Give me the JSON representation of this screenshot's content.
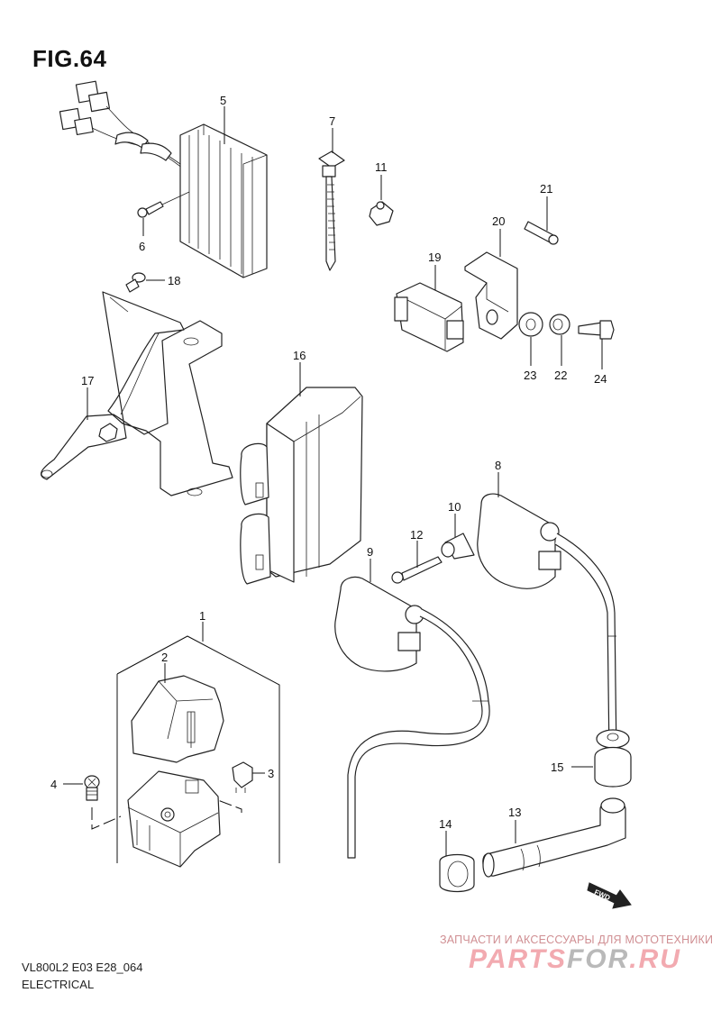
{
  "figure": {
    "title": "FIG.64",
    "model_code": "VL800L2 E03 E28_064",
    "section": "ELECTRICAL"
  },
  "callouts": [
    {
      "id": "1",
      "label": "1"
    },
    {
      "id": "2",
      "label": "2"
    },
    {
      "id": "3",
      "label": "3"
    },
    {
      "id": "4",
      "label": "4"
    },
    {
      "id": "5",
      "label": "5"
    },
    {
      "id": "6",
      "label": "6"
    },
    {
      "id": "7",
      "label": "7"
    },
    {
      "id": "8",
      "label": "8"
    },
    {
      "id": "9",
      "label": "9"
    },
    {
      "id": "10",
      "label": "10"
    },
    {
      "id": "11",
      "label": "11"
    },
    {
      "id": "12",
      "label": "12"
    },
    {
      "id": "13",
      "label": "13"
    },
    {
      "id": "14",
      "label": "14"
    },
    {
      "id": "15",
      "label": "15"
    },
    {
      "id": "16",
      "label": "16"
    },
    {
      "id": "17",
      "label": "17"
    },
    {
      "id": "18",
      "label": "18"
    },
    {
      "id": "19",
      "label": "19"
    },
    {
      "id": "20",
      "label": "20"
    },
    {
      "id": "21",
      "label": "21"
    },
    {
      "id": "22",
      "label": "22"
    },
    {
      "id": "23",
      "label": "23"
    },
    {
      "id": "24",
      "label": "24"
    }
  ],
  "direction_marker": {
    "label": "FWD",
    "icon": "forward-arrow-icon"
  },
  "watermark": {
    "subtitle": "ЗАПЧАСТИ И АКСЕССУАРЫ ДЛЯ МОТОТЕХНИКИ",
    "brand_part1": "PARTS",
    "brand_part2": "FOR",
    "brand_part3": ".RU",
    "colors": {
      "pink": "#f2aab0",
      "gray": "#b9b9b9",
      "subtitle": "#d08f93"
    }
  }
}
